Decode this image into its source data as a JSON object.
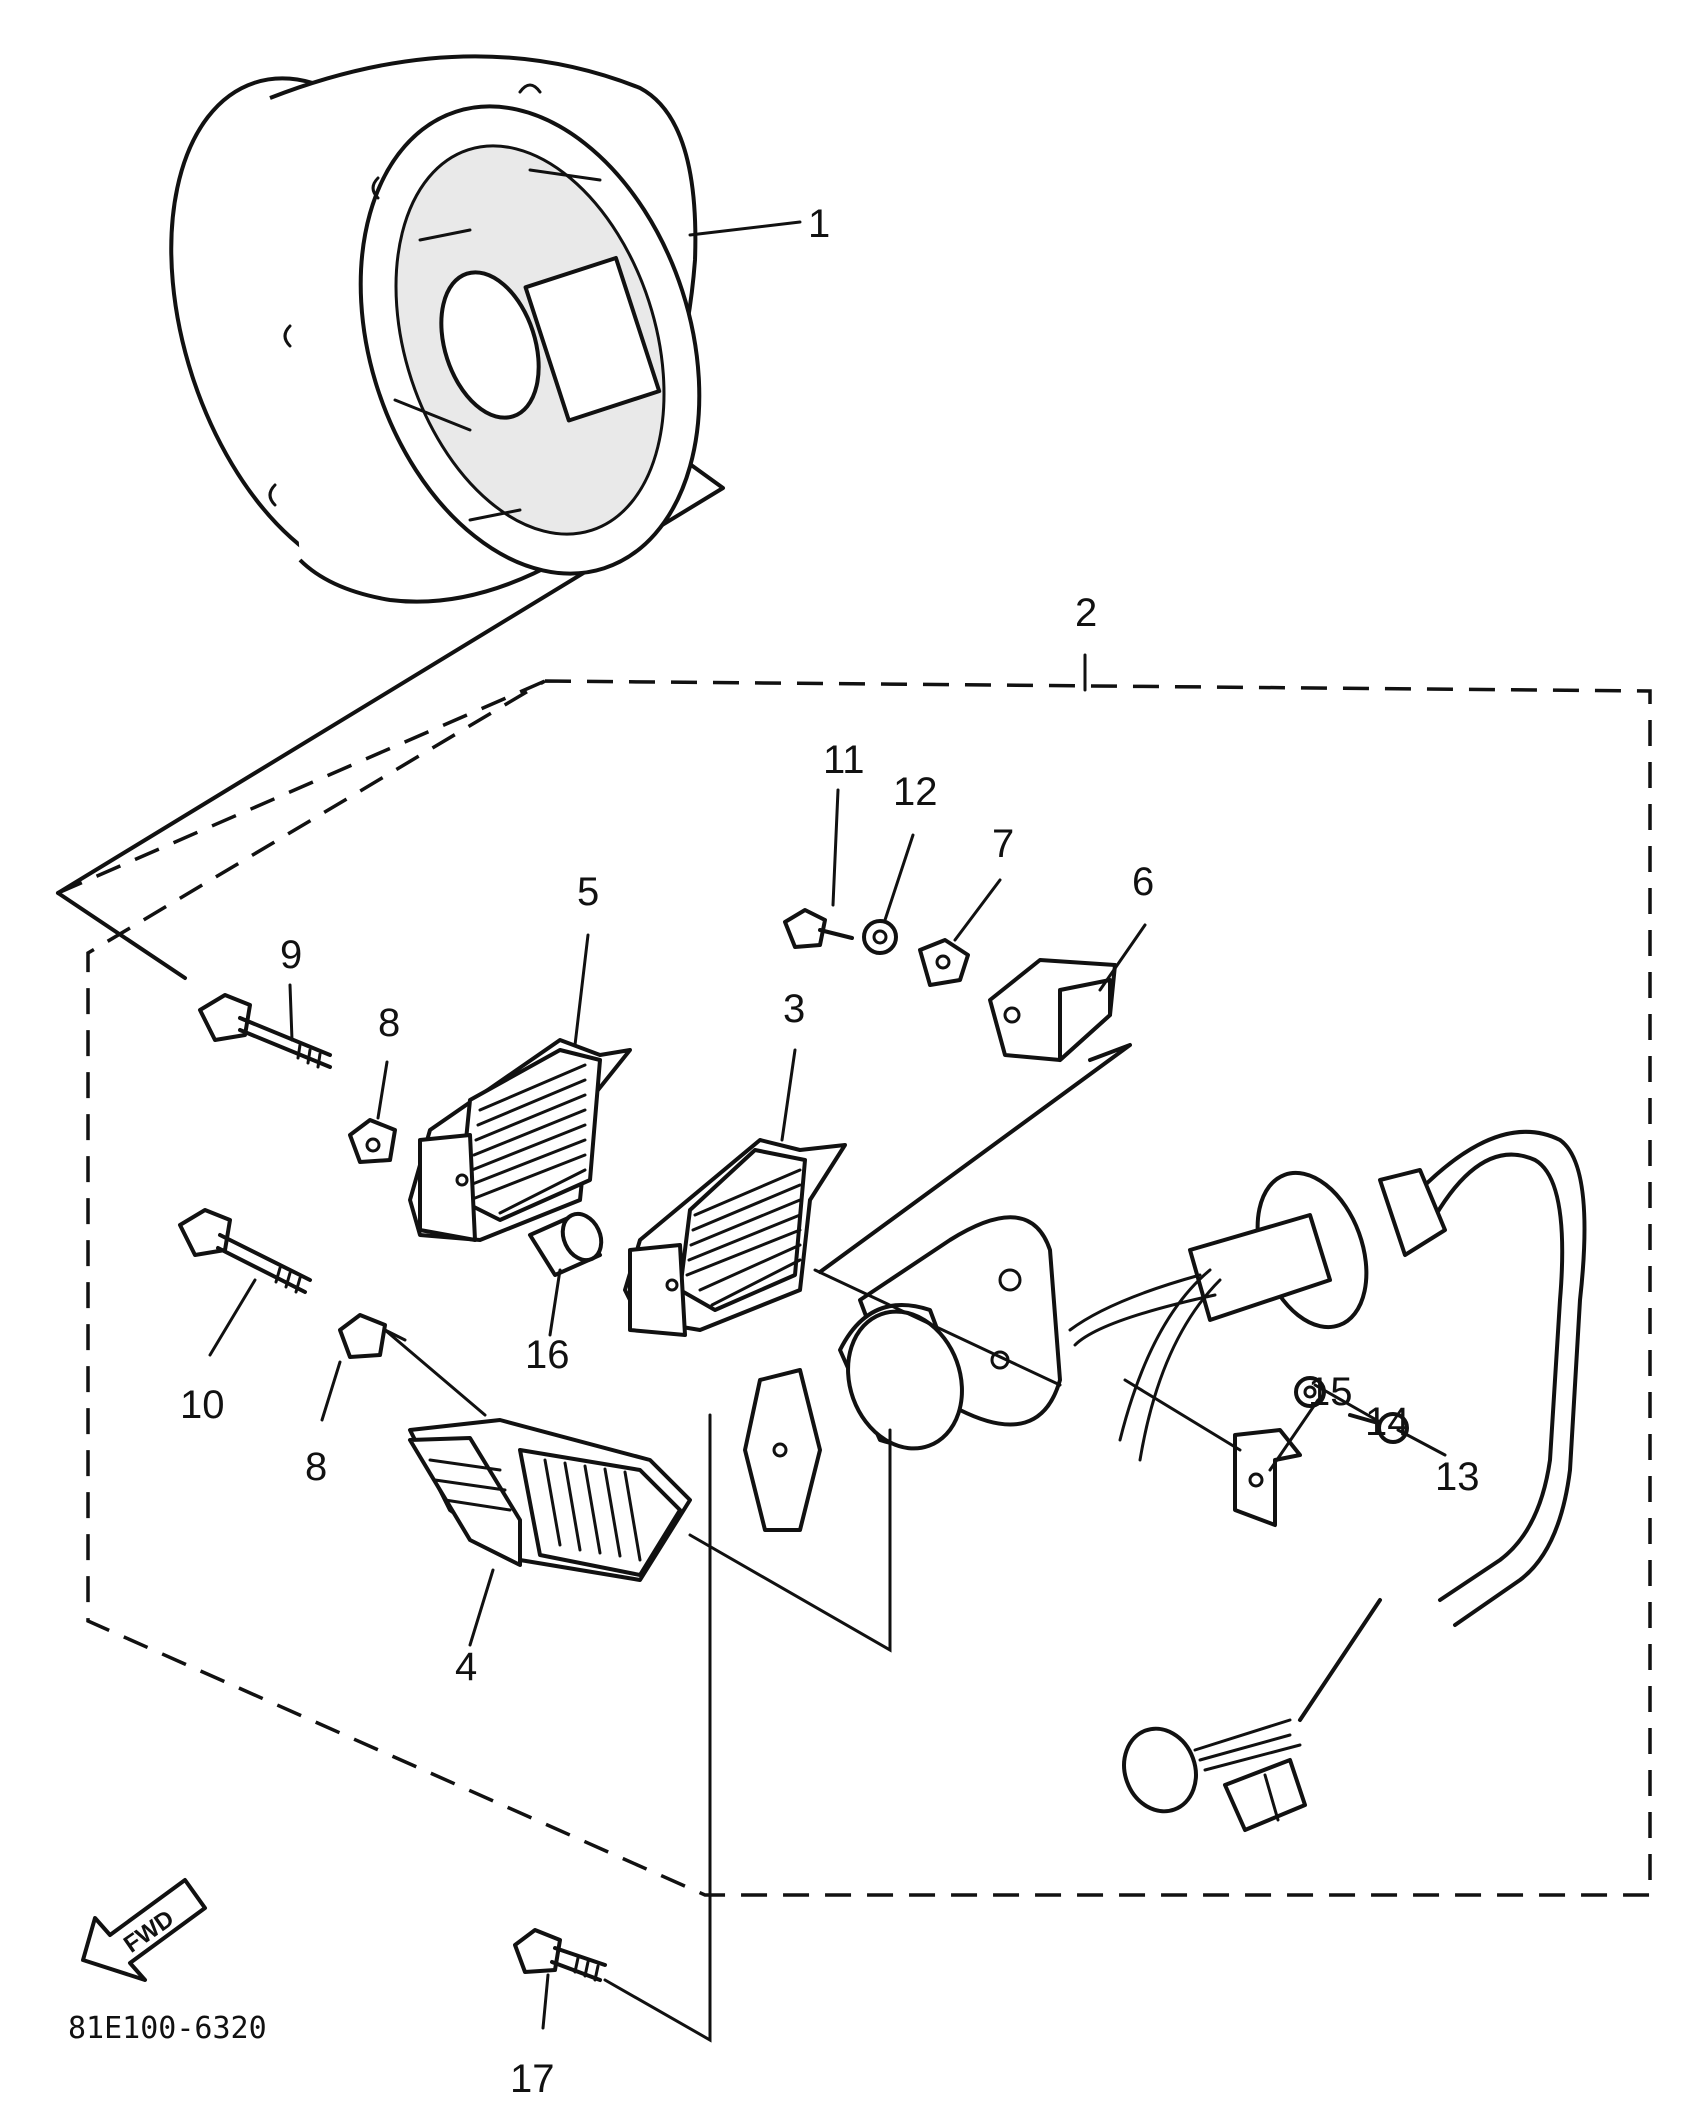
{
  "drawing_code": "81E100-6320",
  "fwd_label": "FWD",
  "callouts": {
    "c1": "1",
    "c2": "2",
    "c3": "3",
    "c4": "4",
    "c5": "5",
    "c6": "6",
    "c7": "7",
    "c8a": "8",
    "c8b": "8",
    "c9": "9",
    "c10": "10",
    "c11": "11",
    "c12": "12",
    "c13": "13",
    "c14": "14",
    "c15": "15",
    "c16": "16",
    "c17": "17"
  }
}
